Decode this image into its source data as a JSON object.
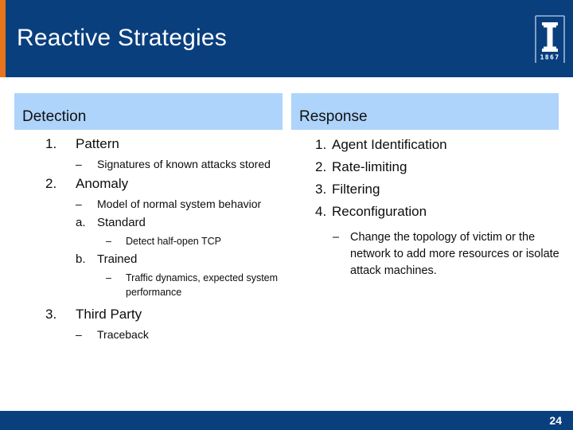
{
  "slide": {
    "title": "Reactive Strategies",
    "page_number": "24",
    "accent_color": "#e8741c",
    "header_color": "#0a3f7e",
    "band_color": "#aed4fb",
    "text_color": "#0d0d0d"
  },
  "logo": {
    "name": "university-of-illinois-block-i",
    "year": "1867"
  },
  "columns": {
    "detection": {
      "heading": "Detection",
      "items": [
        {
          "marker": "1.",
          "text": "Pattern",
          "children": [
            {
              "marker": "–",
              "text": "Signatures of known attacks stored"
            }
          ]
        },
        {
          "marker": "2.",
          "text": "Anomaly",
          "children": [
            {
              "marker": "–",
              "text": "Model of normal system behavior"
            },
            {
              "marker": "a.",
              "text": "Standard",
              "children": [
                {
                  "marker": "–",
                  "text": "Detect half-open TCP"
                }
              ]
            },
            {
              "marker": "b.",
              "text": "Trained",
              "children": [
                {
                  "marker": "–",
                  "text": "Traffic dynamics, expected system performance"
                }
              ]
            }
          ]
        },
        {
          "marker": "3.",
          "text": "Third Party",
          "children": [
            {
              "marker": "–",
              "text": "Traceback"
            }
          ]
        }
      ]
    },
    "response": {
      "heading": "Response",
      "items": [
        {
          "marker": "1.",
          "text": "Agent Identification"
        },
        {
          "marker": "2.",
          "text": "Rate-limiting"
        },
        {
          "marker": "3.",
          "text": "Filtering"
        },
        {
          "marker": "4.",
          "text": "Reconfiguration",
          "children": [
            {
              "marker": "–",
              "text": "Change the topology of victim or the network to add more resources or isolate attack machines."
            }
          ]
        }
      ]
    }
  }
}
